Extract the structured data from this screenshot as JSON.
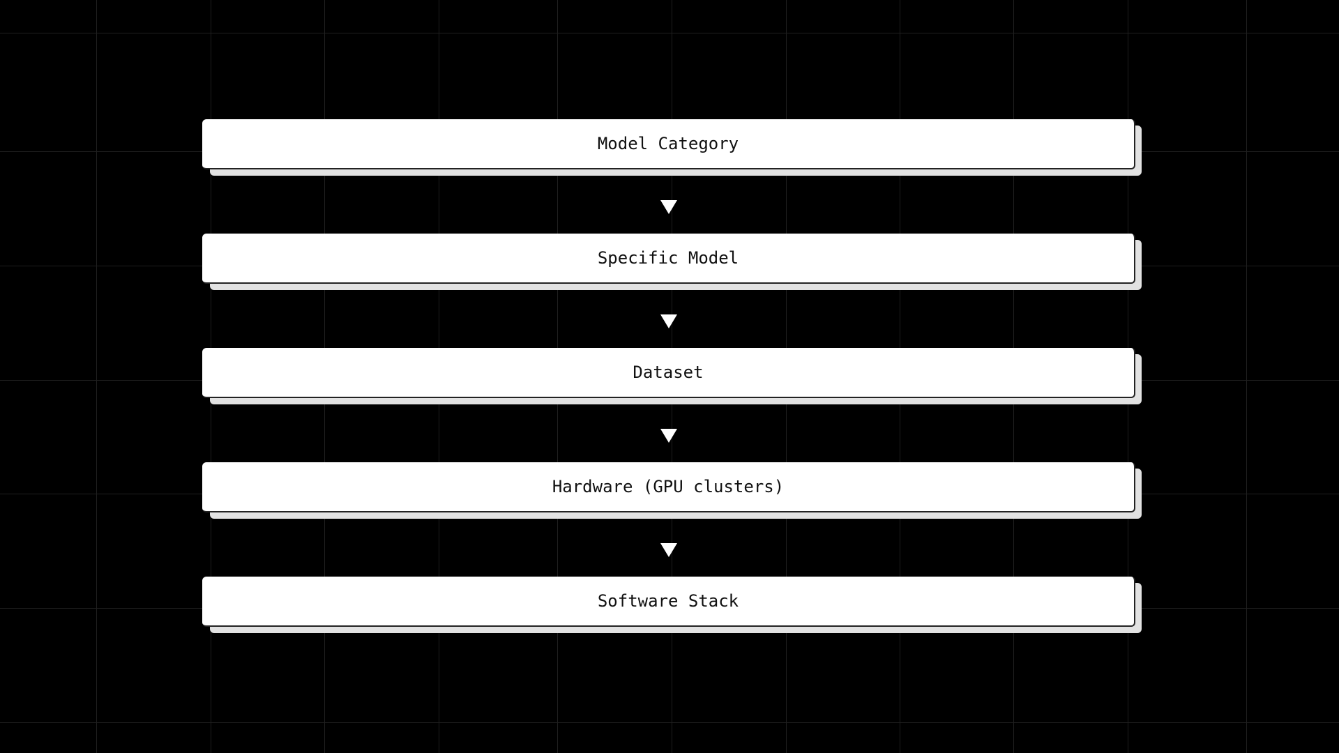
{
  "diagram": {
    "steps": [
      {
        "label": "Model Category"
      },
      {
        "label": "Specific Model"
      },
      {
        "label": "Dataset"
      },
      {
        "label": "Hardware (GPU clusters)"
      },
      {
        "label": "Software Stack"
      }
    ]
  },
  "colors": {
    "background": "#000000",
    "box": "#ffffff",
    "shadow": "#e2e2e2",
    "grid": "#1f1f1f"
  }
}
